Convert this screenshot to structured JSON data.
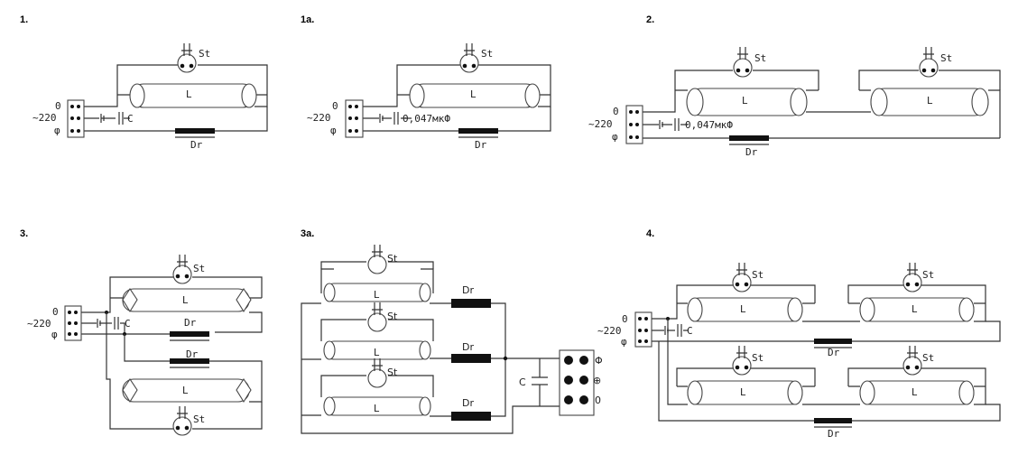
{
  "diagrams": {
    "d1": {
      "number": "1.",
      "starter": "St",
      "lamp": "L",
      "choke": "Dr",
      "cap": "C",
      "inputs": {
        "zero": "0",
        "voltage": "~220",
        "phase": "φ"
      }
    },
    "d1a": {
      "number": "1a.",
      "starter": "St",
      "lamp": "L",
      "choke": "Dr",
      "cap": "0,047мкФ",
      "inputs": {
        "zero": "0",
        "voltage": "~220",
        "phase": "φ"
      }
    },
    "d2": {
      "number": "2.",
      "starter": "St",
      "lamp": "L",
      "choke": "Dr",
      "cap": "0,047мкФ",
      "inputs": {
        "zero": "0",
        "voltage": "~220",
        "phase": "φ"
      }
    },
    "d3": {
      "number": "3.",
      "starter": "St",
      "lamp": "L",
      "choke": "Dr",
      "cap": "C",
      "inputs": {
        "zero": "0",
        "voltage": "~220",
        "phase": "φ"
      }
    },
    "d3a": {
      "number": "3a.",
      "starter": "St",
      "lamp": "L",
      "choke": "Dr",
      "cap": "C",
      "terminals": [
        "Φ",
        "⊕",
        "0"
      ]
    },
    "d4": {
      "number": "4.",
      "starter": "St",
      "lamp": "L",
      "choke": "Dr",
      "cap": "C",
      "inputs": {
        "zero": "0",
        "voltage": "~220",
        "phase": "φ"
      }
    }
  },
  "colors": {
    "wire": "#333333",
    "choke": "#111111",
    "background": "#ffffff"
  }
}
